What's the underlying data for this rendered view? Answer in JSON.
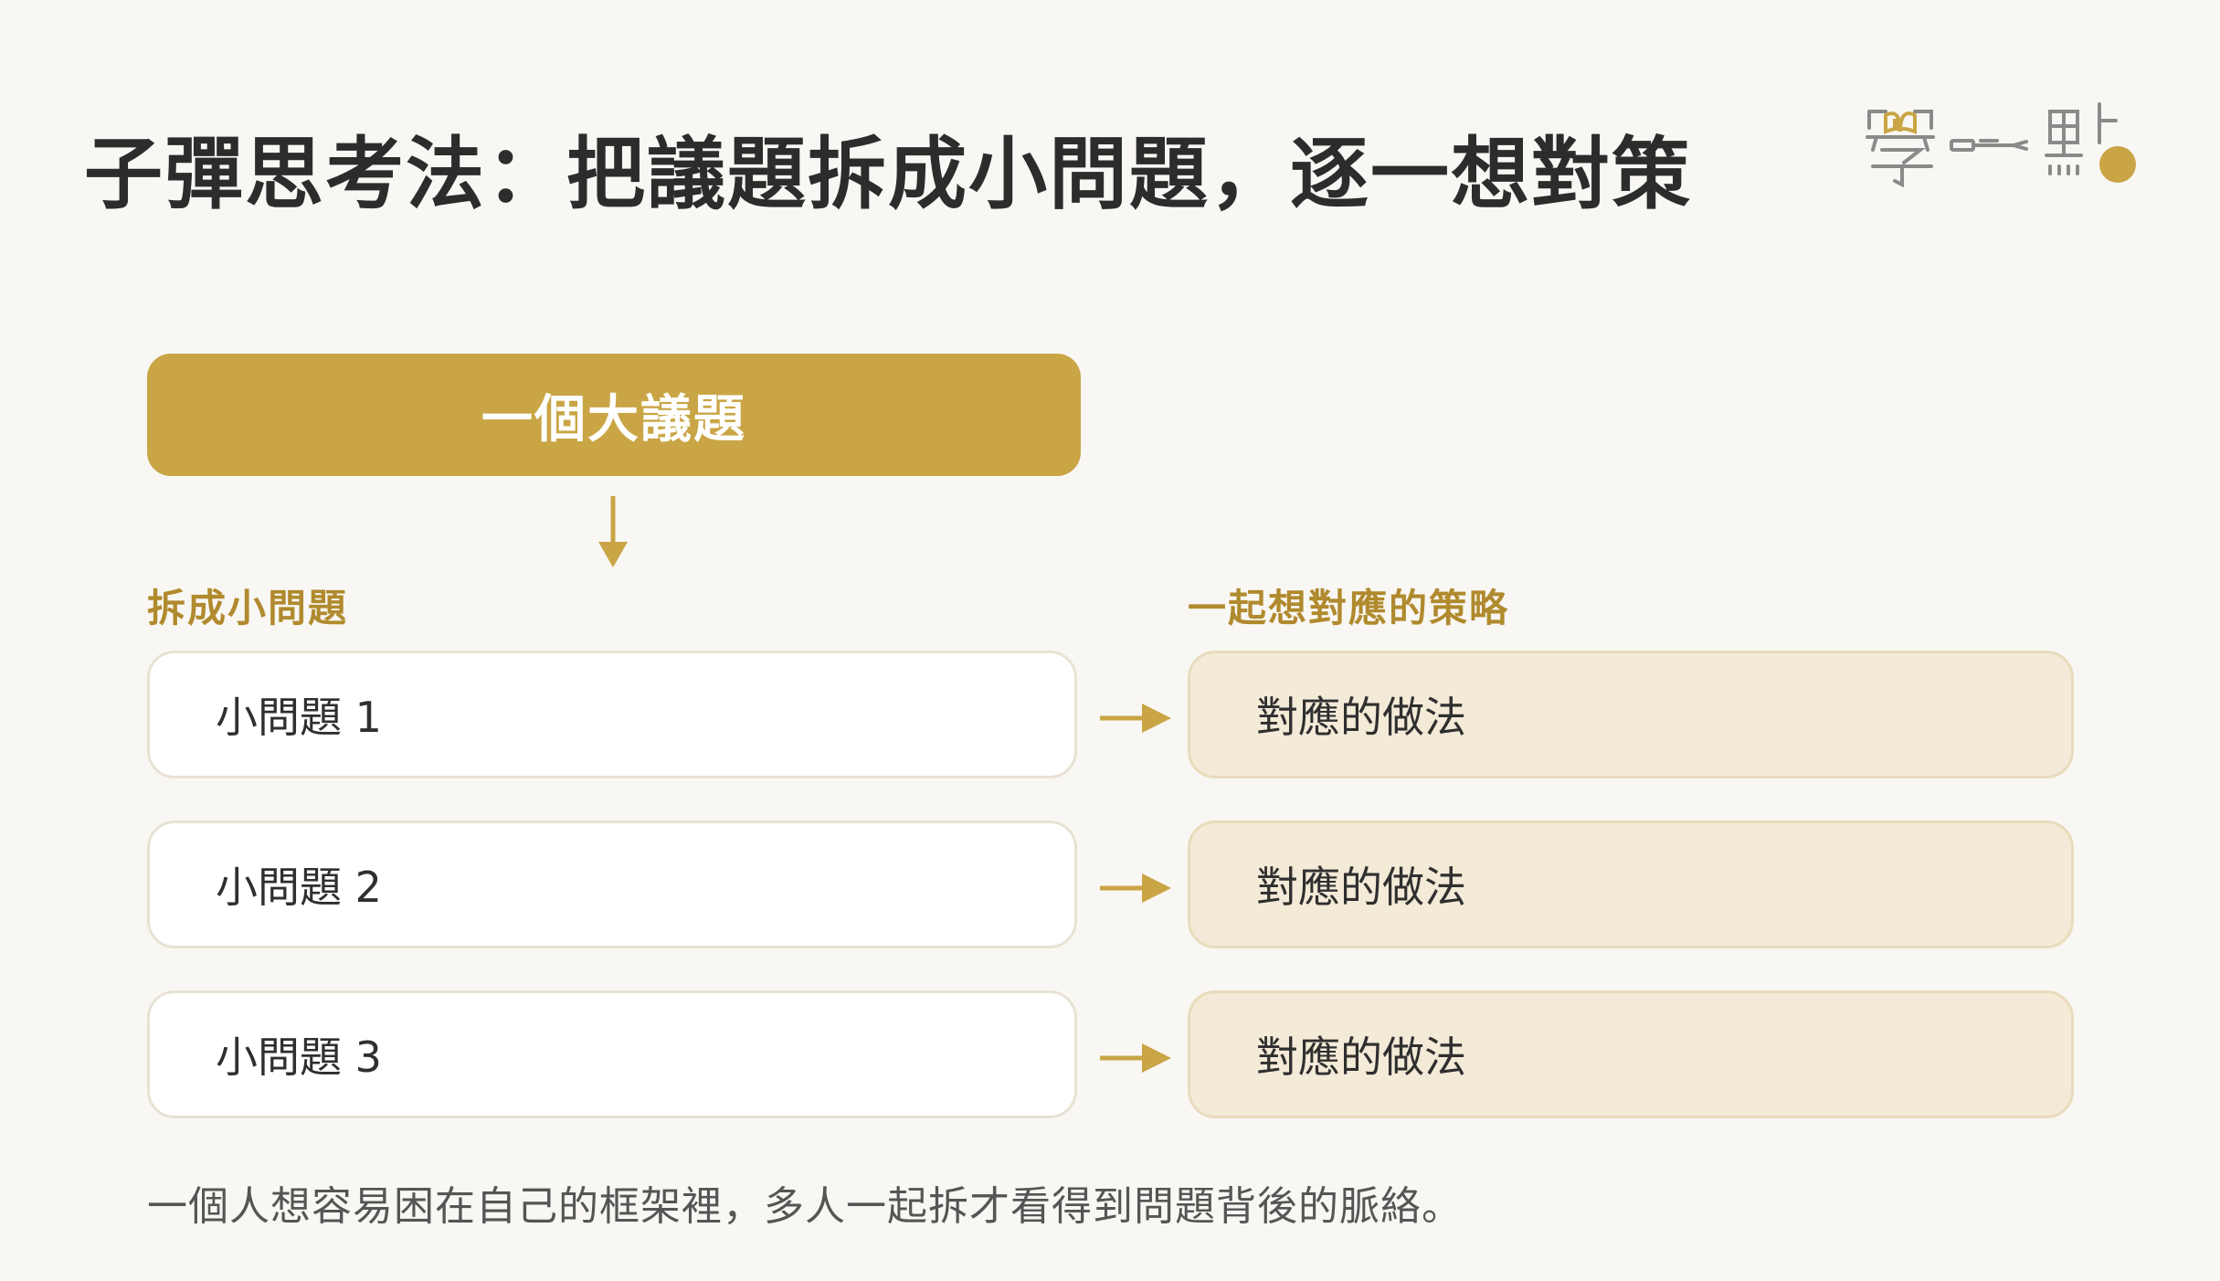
{
  "title": "子彈思考法：把議題拆成小問題，逐一想對策",
  "colors": {
    "background": "#f9f7f3",
    "accent_gold": "#c9a545",
    "label_gold": "#b08a2e",
    "strategy_fill": "#f3ead7"
  },
  "logo": {
    "text": "學一點",
    "icons": [
      "reading-figure-icon",
      "pen-icon",
      "dot-icon"
    ]
  },
  "main_issue": "一個大議題",
  "left_column_label": "拆成小問題",
  "right_column_label": "一起想對應的策略",
  "rows": [
    {
      "problem": "小問題 1",
      "strategy": "對應的做法"
    },
    {
      "problem": "小問題 2",
      "strategy": "對應的做法"
    },
    {
      "problem": "小問題 3",
      "strategy": "對應的做法"
    }
  ],
  "footnote": "一個人想容易困在自己的框架裡，多人一起拆才看得到問題背後的脈絡。"
}
